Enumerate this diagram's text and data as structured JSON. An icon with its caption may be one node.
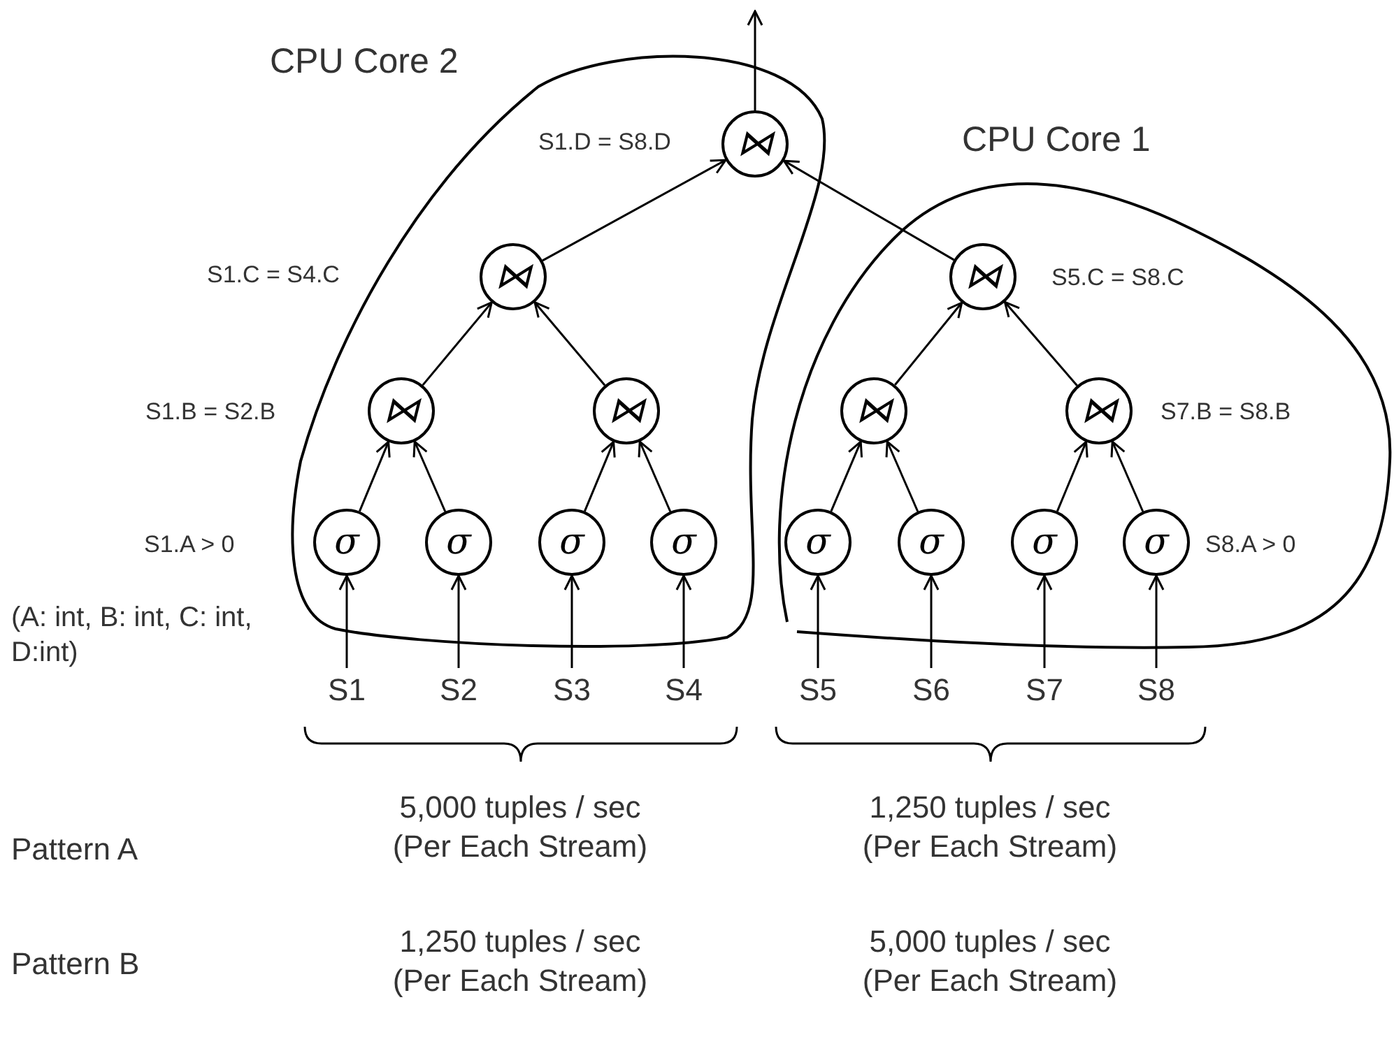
{
  "diagram": {
    "nodes": [
      {
        "text": [
          "CPU Core 2"
        ]
      },
      {
        "text": [
          "⋈"
        ],
        "in": 0,
        "beside": [
          "S1.D = S8.D"
        ]
      },
      {
        "text": [
          "⋈"
        ],
        "in": 0
      },
      {
        "text": [
          "⋈"
        ],
        "in": 0,
        "beside": [
          "S1.B = S2.B"
        ]
      },
      {
        "text": [
          "⋈"
        ],
        "in": 0
      },
      {
        "text": [
          "σ"
        ],
        "in": 0,
        "beside": [
          "S1.A > 0"
        ]
      },
      {
        "text": [
          "σ"
        ],
        "in": 0
      },
      {
        "text": [
          "σ"
        ],
        "in": 0
      },
      {
        "text": [
          "σ"
        ],
        "in": 0
      },
      {
        "text": [
          "CPU Core 1"
        ]
      },
      {
        "text": [
          "⋈"
        ],
        "in": 9,
        "beside": [
          "S5.C = S8.C"
        ]
      },
      {
        "text": [
          "⋈"
        ],
        "in": 9
      },
      {
        "text": [
          "⋈"
        ],
        "in": 9,
        "beside": [
          "S7.B = S8.B"
        ]
      },
      {
        "text": [
          "σ"
        ],
        "in": 9
      },
      {
        "text": [
          "σ"
        ],
        "in": 9
      },
      {
        "text": [
          "σ"
        ],
        "in": 9
      },
      {
        "text": [
          "σ"
        ],
        "in": 9,
        "beside": [
          "S8.A > 0"
        ]
      },
      {
        "text": [
          "S1"
        ]
      },
      {
        "text": [
          "S2"
        ]
      },
      {
        "text": [
          "S3"
        ]
      },
      {
        "text": [
          "S4"
        ]
      },
      {
        "text": [
          "S5"
        ]
      },
      {
        "text": [
          "S6"
        ]
      },
      {
        "text": [
          "S7"
        ]
      },
      {
        "text": [
          "S8"
        ]
      }
    ],
    "edges": [
      {
        "from": 1,
        "to": null,
        "arrow": "to"
      },
      {
        "from": 2,
        "to": 1,
        "arrow": "to"
      },
      {
        "from": 10,
        "to": 1,
        "arrow": "to"
      },
      {
        "from": 3,
        "to": 2,
        "arrow": "to"
      },
      {
        "from": 4,
        "to": 2,
        "arrow": "to"
      },
      {
        "from": 11,
        "to": 10,
        "arrow": "to"
      },
      {
        "from": 12,
        "to": 10,
        "arrow": "to"
      },
      {
        "from": 5,
        "to": 3,
        "arrow": "to"
      },
      {
        "from": 6,
        "to": 3,
        "arrow": "to"
      },
      {
        "from": 7,
        "to": 4,
        "arrow": "to"
      },
      {
        "from": 8,
        "to": 4,
        "arrow": "to"
      },
      {
        "from": 13,
        "to": 11,
        "arrow": "to"
      },
      {
        "from": 14,
        "to": 11,
        "arrow": "to"
      },
      {
        "from": 15,
        "to": 12,
        "arrow": "to"
      },
      {
        "from": 16,
        "to": 12,
        "arrow": "to"
      },
      {
        "from": 17,
        "to": 5,
        "arrow": "to"
      },
      {
        "from": 18,
        "to": 6,
        "arrow": "to"
      },
      {
        "from": 19,
        "to": 7,
        "arrow": "to"
      },
      {
        "from": 20,
        "to": 8,
        "arrow": "to"
      },
      {
        "from": 21,
        "to": 13,
        "arrow": "to"
      },
      {
        "from": 22,
        "to": 14,
        "arrow": "to"
      },
      {
        "from": 23,
        "to": 15,
        "arrow": "to"
      },
      {
        "from": 24,
        "to": 16,
        "arrow": "to"
      }
    ],
    "labels": [
      "S1.C = S4.C",
      "(A: int, B: int, C: int, D:int)",
      "Pattern A",
      "5,000 tuples / sec (Per Each Stream)",
      "1,250 tuples / sec (Per Each Stream)",
      "Pattern B",
      "1,250 tuples / sec (Per Each Stream)",
      "5,000 tuples / sec (Per Each Stream)"
    ]
  }
}
